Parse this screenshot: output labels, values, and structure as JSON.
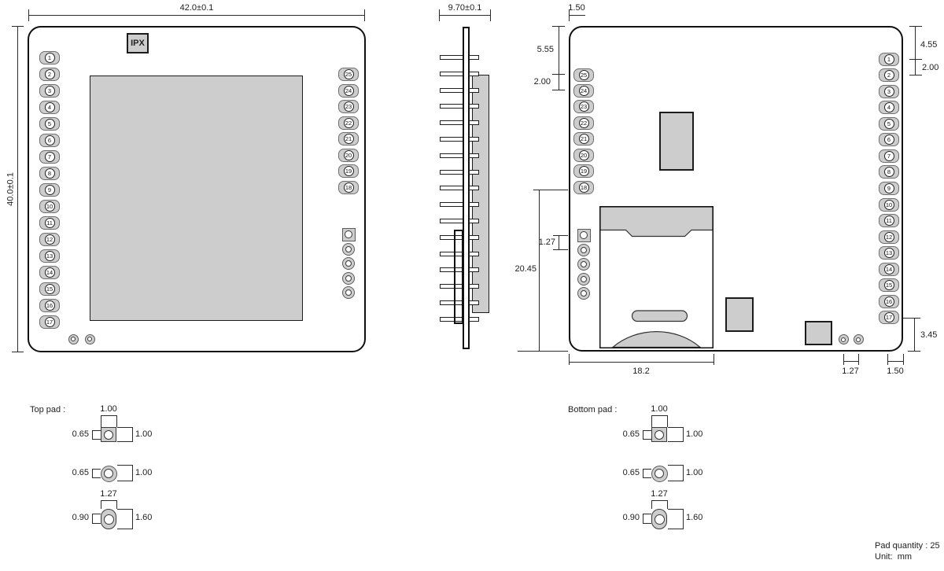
{
  "front_view": {
    "width_dim": "42.0±0.1",
    "height_dim": "40.0±0.1",
    "ipx_label": "IPX",
    "left_pad_numbers": [
      "1",
      "2",
      "3",
      "4",
      "5",
      "6",
      "7",
      "8",
      "9",
      "10",
      "11",
      "12",
      "13",
      "14",
      "15",
      "16",
      "17"
    ],
    "right_pad_numbers": [
      "25",
      "24",
      "23",
      "22",
      "21",
      "20",
      "19",
      "18"
    ]
  },
  "side_view": {
    "width_dim": "9.70±0.1"
  },
  "back_view": {
    "left_pad_numbers": [
      "25",
      "24",
      "23",
      "22",
      "21",
      "20",
      "19",
      "18"
    ],
    "right_pad_numbers": [
      "1",
      "2",
      "3",
      "4",
      "5",
      "6",
      "7",
      "8",
      "9",
      "10",
      "11",
      "12",
      "13",
      "14",
      "15",
      "16",
      "17"
    ],
    "dim_top_left": "1.50",
    "dim_left_upper": "5.55",
    "dim_left_mid": "2.00",
    "dim_right_upper": "4.55",
    "dim_right_mid": "2.00",
    "dim_pad_pitch": "1.27",
    "dim_height": "20.45",
    "dim_sim_width": "18.2",
    "dim_hole_pitch": "1.27",
    "dim_corner": "1.50",
    "dim_right_lower": "3.45"
  },
  "pad_details": {
    "top_title": "Top pad :",
    "bottom_title": "Bottom pad :",
    "rows": [
      {
        "shape": "square-pad",
        "top": "1.00",
        "left": "0.65",
        "right": "1.00"
      },
      {
        "shape": "round-pad",
        "left": "0.65",
        "right": "1.00"
      },
      {
        "shape": "oval-pad",
        "top": "1.27",
        "left": "0.90",
        "right": "1.60"
      }
    ]
  },
  "footer": {
    "pad_quantity": "Pad quantity : 25",
    "unit": "Unit:  mm"
  }
}
